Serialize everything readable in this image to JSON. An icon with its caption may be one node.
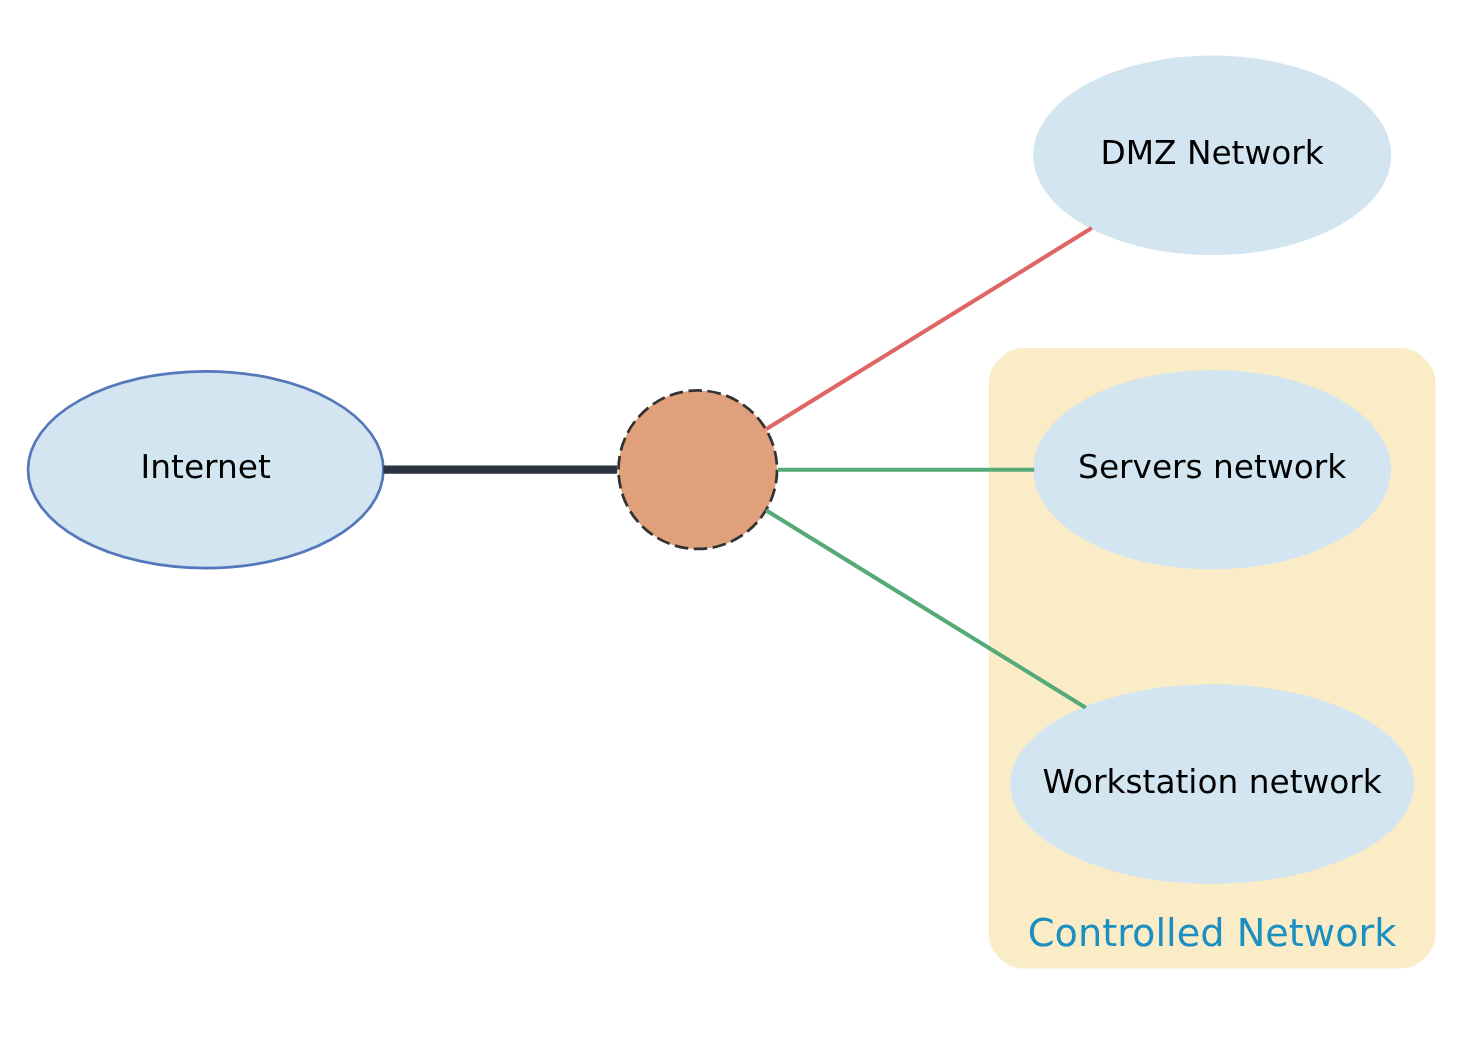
{
  "diagram": {
    "nodes": [
      {
        "text": [
          "Internet"
        ]
      },
      {
        "text": [],
        "shape": "circle"
      },
      {
        "text": [
          "DMZ Network"
        ]
      },
      {
        "text": [
          "Controlled Network"
        ]
      },
      {
        "text": [
          "Servers network"
        ],
        "in": 3
      },
      {
        "text": [
          "Workstation network"
        ],
        "in": 3
      }
    ],
    "edges": [
      {
        "from": 0,
        "to": 1,
        "arrow": "none",
        "color": "#2b3240",
        "style": "thick"
      },
      {
        "from": 1,
        "to": 2,
        "arrow": "none",
        "color": "#e06666"
      },
      {
        "from": 1,
        "to": 4,
        "arrow": "none"
      },
      {
        "from": 1,
        "to": 5,
        "arrow": "none"
      }
    ]
  }
}
